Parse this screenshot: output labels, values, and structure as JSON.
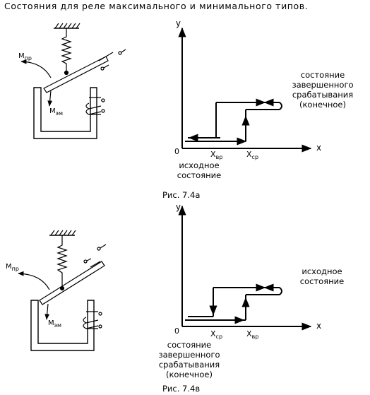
{
  "title": "Состояния для реле максимального и минимального типов.",
  "figure_a": {
    "caption": "Рис. 7.4а",
    "relay": {
      "m_pr": "M",
      "m_pr_sub": "пр",
      "m_em": "M",
      "m_em_sub": "эм"
    },
    "graph": {
      "y_label": "у",
      "x_label": "x",
      "origin": "0",
      "x_ticks": [
        {
          "main": "X",
          "sub": "вр"
        },
        {
          "main": "X",
          "sub": "ср"
        }
      ],
      "start_annotation": [
        "исходное",
        "состояние"
      ],
      "end_annotation": [
        "состояние",
        "завершенного",
        "срабатывания",
        "(конечное)"
      ]
    }
  },
  "figure_b": {
    "caption": "Рис. 7.4в",
    "relay": {
      "m_pr": "M",
      "m_pr_sub": "пр",
      "m_em": "M",
      "m_em_sub": "эм"
    },
    "graph": {
      "y_label": "у",
      "x_label": "x",
      "origin": "0",
      "x_ticks": [
        {
          "main": "X",
          "sub": "ср"
        },
        {
          "main": "X",
          "sub": "вр"
        }
      ],
      "start_annotation": [
        "исходное",
        "состояние"
      ],
      "end_annotation": [
        "состояние",
        "завершенного",
        "срабатывания",
        "(конечное)"
      ]
    }
  }
}
